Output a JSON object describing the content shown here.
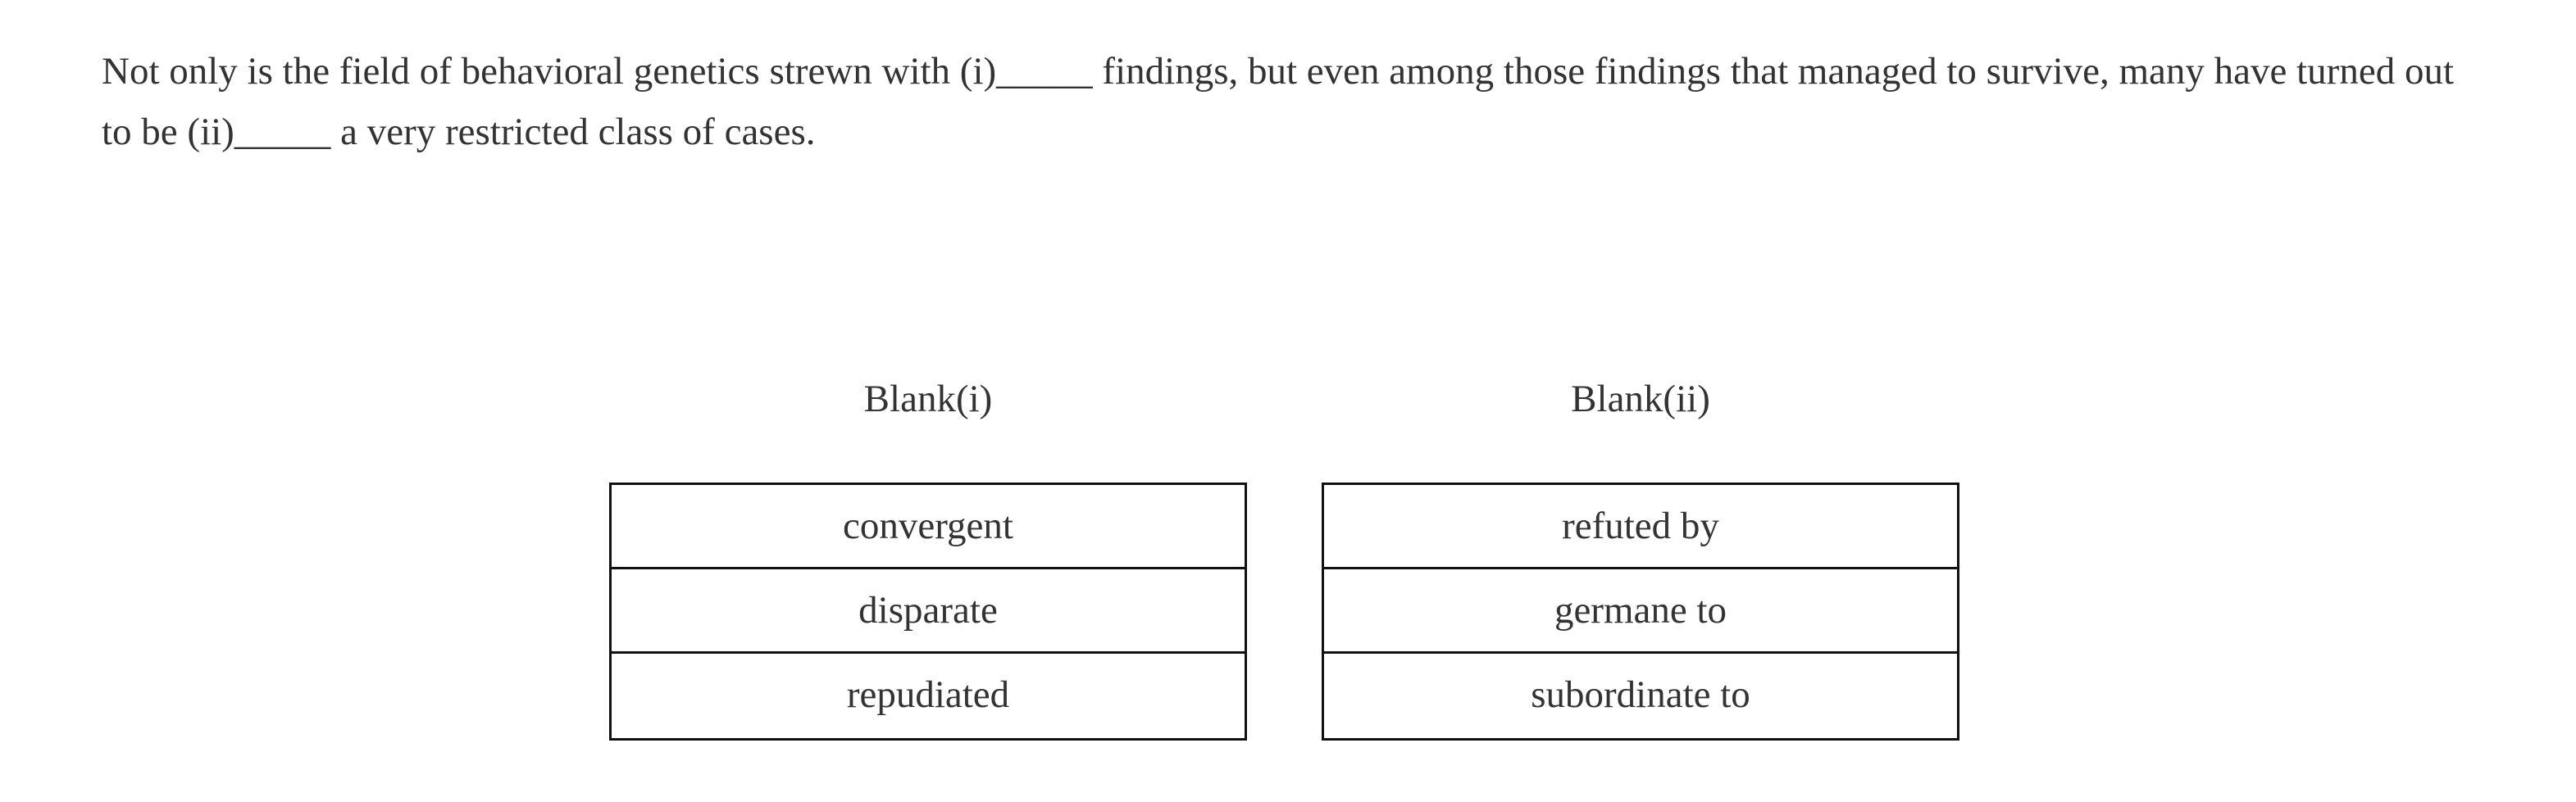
{
  "question": {
    "part1": "Not only is the field of behavioral genetics strewn with (i)",
    "blank1": "_____",
    "part2": " findings, but even among those findings that managed to survive, many have turned out to be (ii)",
    "blank2": "_____",
    "part3": " a very restricted class of cases."
  },
  "blanks": [
    {
      "title": "Blank(i)",
      "options": [
        "convergent",
        "disparate",
        "repudiated"
      ]
    },
    {
      "title": "Blank(ii)",
      "options": [
        "refuted by",
        "germane to",
        "subordinate to"
      ]
    }
  ]
}
